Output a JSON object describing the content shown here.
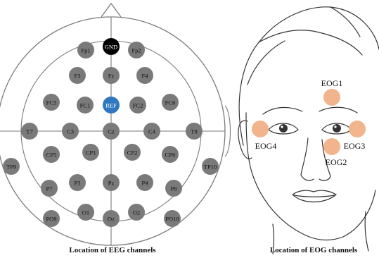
{
  "eeg": {
    "caption": "Location of EEG channels",
    "colors": {
      "channel": "#7a7a7a",
      "gnd": "#000000",
      "ref": "#2f77c0",
      "line": "#7a7a7a"
    },
    "channels": [
      {
        "label": "GND",
        "kind": "gnd"
      },
      {
        "label": "Fp1",
        "kind": "channel"
      },
      {
        "label": "Fp2",
        "kind": "channel"
      },
      {
        "label": "F3",
        "kind": "channel"
      },
      {
        "label": "Fz",
        "kind": "channel"
      },
      {
        "label": "F4",
        "kind": "channel"
      },
      {
        "label": "FC5",
        "kind": "channel"
      },
      {
        "label": "FC1",
        "kind": "channel"
      },
      {
        "label": "REF",
        "kind": "ref"
      },
      {
        "label": "FC2",
        "kind": "channel"
      },
      {
        "label": "FC6",
        "kind": "channel"
      },
      {
        "label": "T7",
        "kind": "channel"
      },
      {
        "label": "C3",
        "kind": "channel"
      },
      {
        "label": "Cz",
        "kind": "channel"
      },
      {
        "label": "C4",
        "kind": "channel"
      },
      {
        "label": "T8",
        "kind": "channel"
      },
      {
        "label": "TP9",
        "kind": "channel"
      },
      {
        "label": "CP5",
        "kind": "channel"
      },
      {
        "label": "CP1",
        "kind": "channel"
      },
      {
        "label": "CP2",
        "kind": "channel"
      },
      {
        "label": "CP6",
        "kind": "channel"
      },
      {
        "label": "TP10",
        "kind": "channel"
      },
      {
        "label": "P7",
        "kind": "channel"
      },
      {
        "label": "P3",
        "kind": "channel"
      },
      {
        "label": "Pz",
        "kind": "channel"
      },
      {
        "label": "P4",
        "kind": "channel"
      },
      {
        "label": "P8",
        "kind": "channel"
      },
      {
        "label": "PO9",
        "kind": "channel"
      },
      {
        "label": "O1",
        "kind": "channel"
      },
      {
        "label": "Oz",
        "kind": "channel"
      },
      {
        "label": "O2",
        "kind": "channel"
      },
      {
        "label": "PO10",
        "kind": "channel"
      }
    ]
  },
  "eog": {
    "caption": "Location of EOG channels",
    "color": "#f2b48c",
    "channels": [
      {
        "label": "EOG1"
      },
      {
        "label": "EOG2"
      },
      {
        "label": "EOG3"
      },
      {
        "label": "EOG4"
      }
    ]
  }
}
